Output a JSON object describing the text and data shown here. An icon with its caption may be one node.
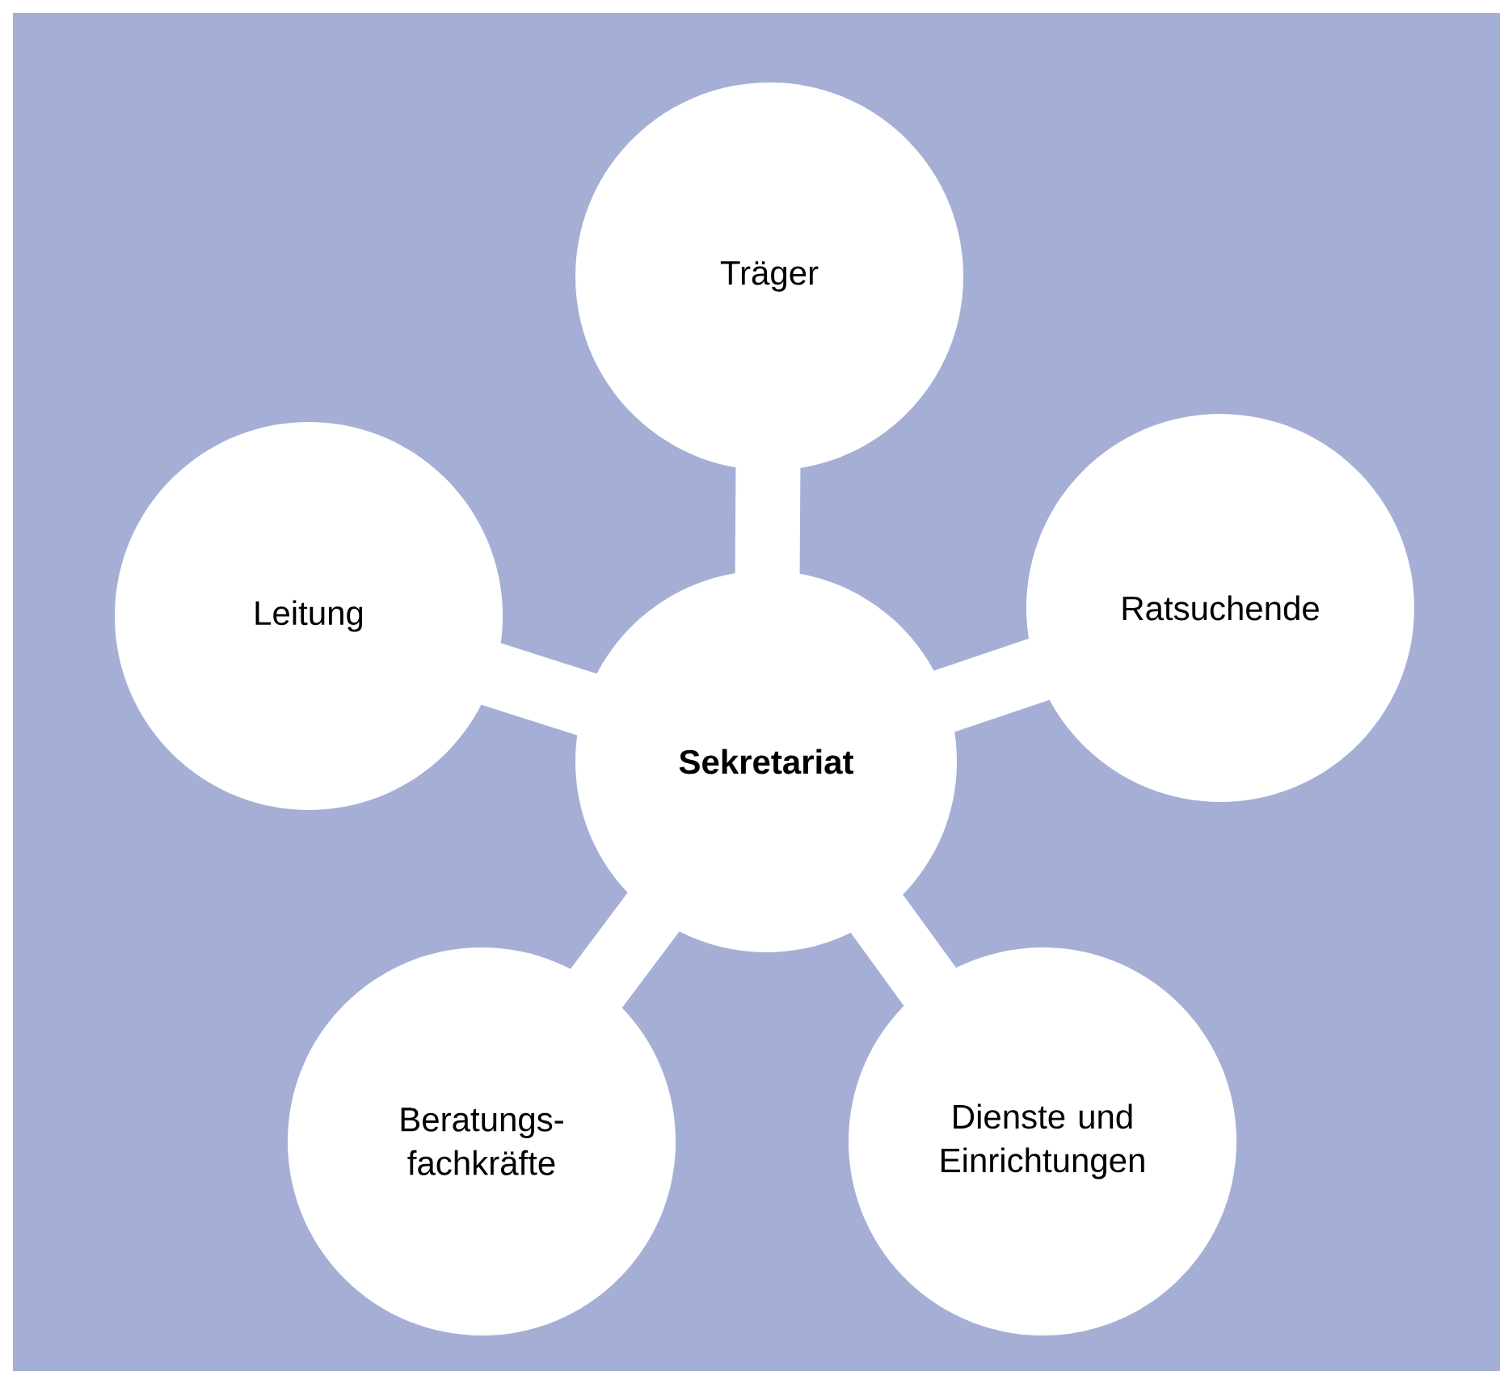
{
  "diagram": {
    "nodes": [
      {
        "text": [
          "Träger"
        ]
      },
      {
        "text": [
          "Leitung"
        ]
      },
      {
        "text": [
          "Ratsuchende"
        ]
      },
      {
        "text": [
          "**Sekretariat**"
        ]
      },
      {
        "text": [
          "Beratungs- fachkräfte"
        ]
      },
      {
        "text": [
          "Dienste und Einrichtungen"
        ]
      }
    ],
    "edges": [
      {
        "from": 3,
        "to": 0,
        "arrow": "none"
      },
      {
        "from": 3,
        "to": 1,
        "arrow": "none"
      },
      {
        "from": 3,
        "to": 2,
        "arrow": "none"
      },
      {
        "from": 3,
        "to": 4,
        "arrow": "none"
      },
      {
        "from": 3,
        "to": 5,
        "arrow": "none"
      }
    ]
  }
}
